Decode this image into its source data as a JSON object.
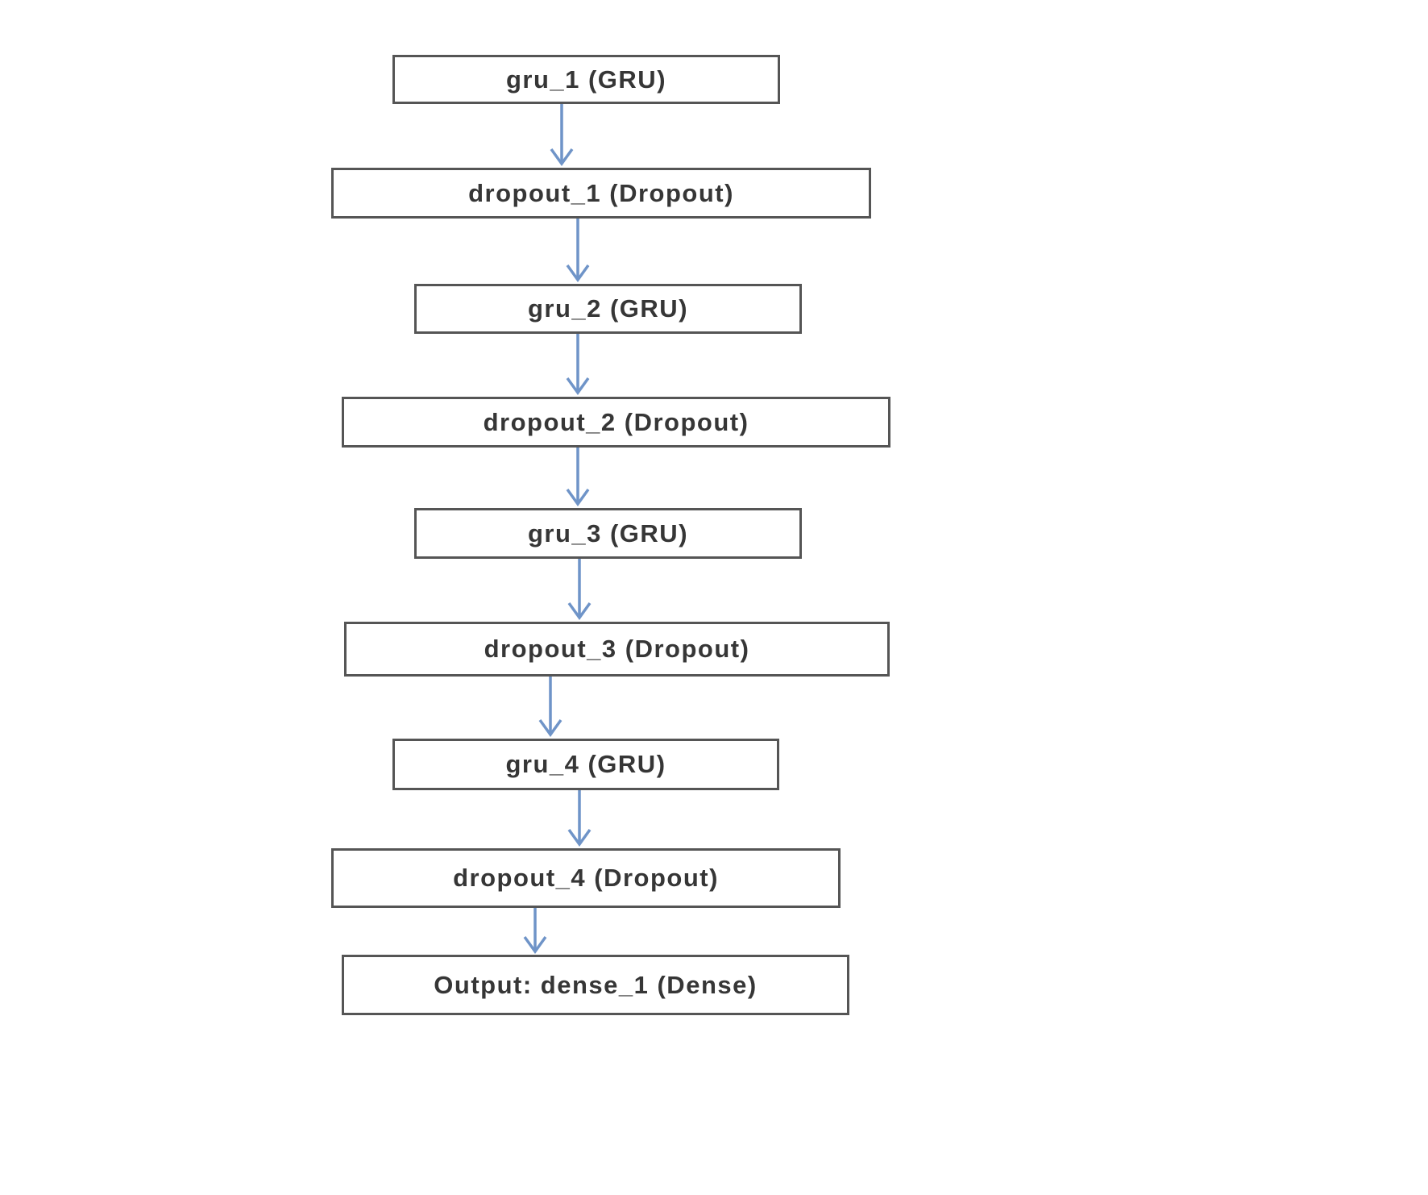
{
  "diagram": {
    "kind": "flowchart",
    "direction": "top-to-bottom",
    "nodes": [
      {
        "id": "gru_1",
        "label": "gru_1 (GRU)"
      },
      {
        "id": "dropout_1",
        "label": "dropout_1 (Dropout)"
      },
      {
        "id": "gru_2",
        "label": "gru_2 (GRU)"
      },
      {
        "id": "dropout_2",
        "label": "dropout_2 (Dropout)"
      },
      {
        "id": "gru_3",
        "label": "gru_3 (GRU)"
      },
      {
        "id": "dropout_3",
        "label": "dropout_3 (Dropout)"
      },
      {
        "id": "gru_4",
        "label": "gru_4 (GRU)"
      },
      {
        "id": "dropout_4",
        "label": "dropout_4 (Dropout)"
      },
      {
        "id": "dense_1",
        "label": "Output: dense_1 (Dense)"
      }
    ],
    "edges": [
      {
        "from": "gru_1",
        "to": "dropout_1"
      },
      {
        "from": "dropout_1",
        "to": "gru_2"
      },
      {
        "from": "gru_2",
        "to": "dropout_2"
      },
      {
        "from": "dropout_2",
        "to": "gru_3"
      },
      {
        "from": "gru_3",
        "to": "dropout_3"
      },
      {
        "from": "dropout_3",
        "to": "gru_4"
      },
      {
        "from": "gru_4",
        "to": "dropout_4"
      },
      {
        "from": "dropout_4",
        "to": "dense_1"
      }
    ],
    "colors": {
      "arrow": "#6f94c8",
      "box_border": "#555555",
      "box_fill": "#ffffff",
      "text": "#363636",
      "background": "#ffffff"
    }
  }
}
